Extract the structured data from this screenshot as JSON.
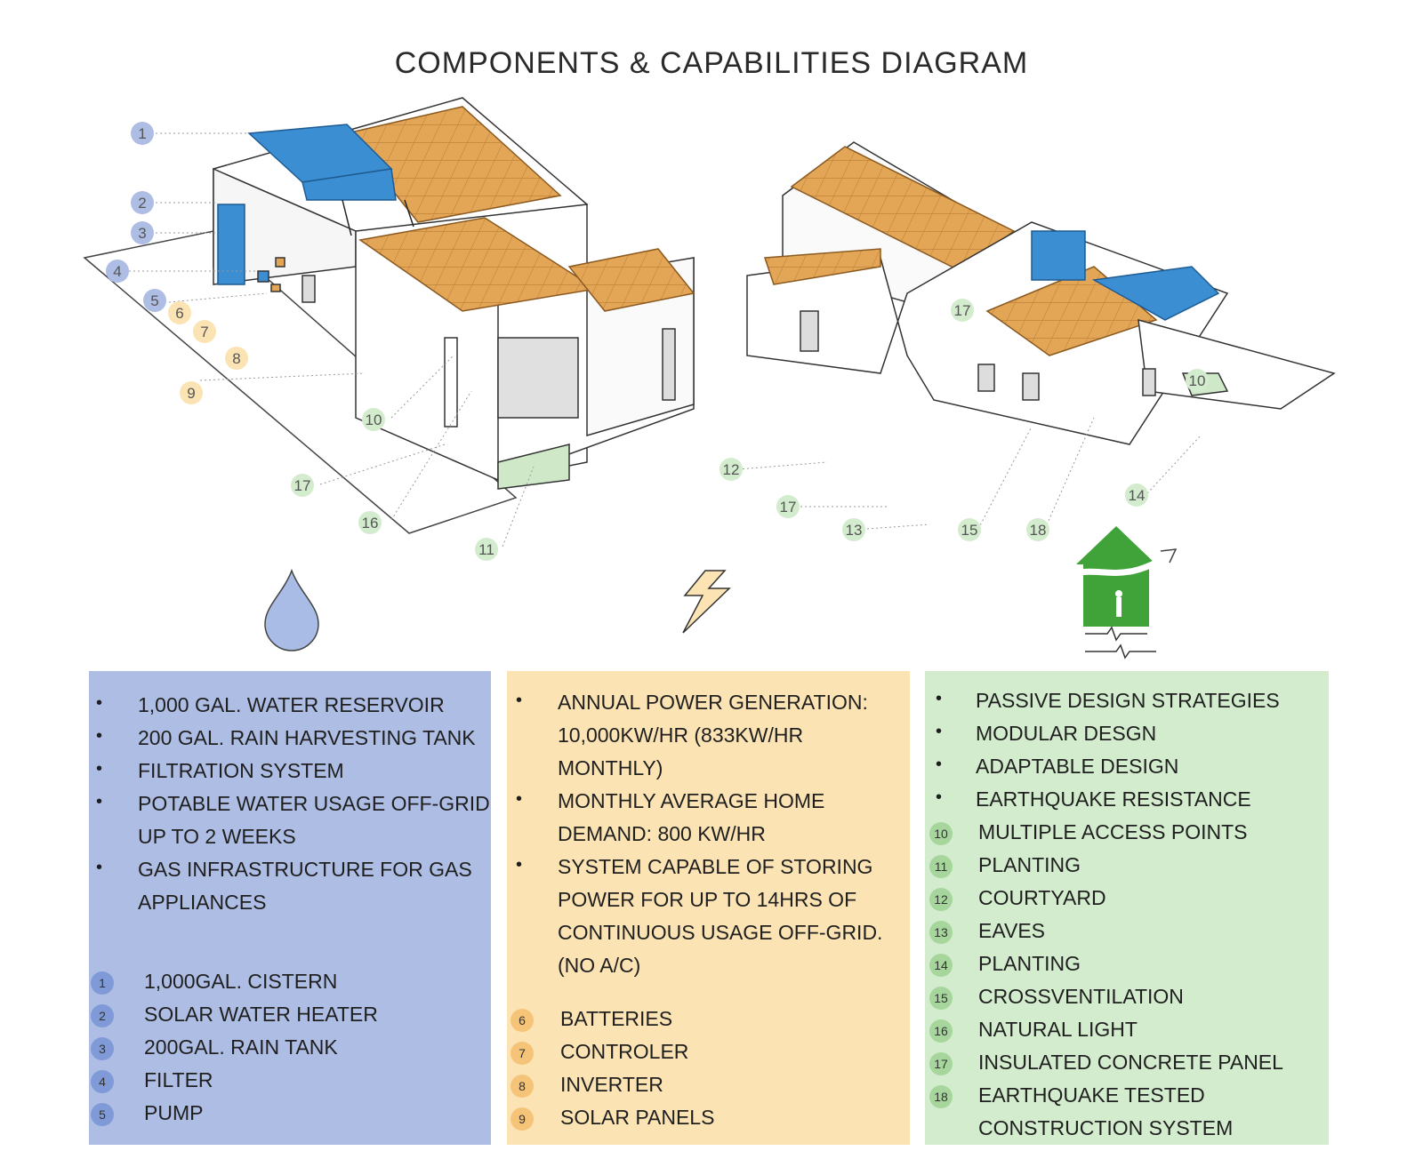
{
  "title": "COMPONENTS & CAPABILITIES DIAGRAM",
  "colors": {
    "water": "#adbde4",
    "power": "#fbe3b4",
    "passive": "#d3ecce",
    "tank": "#3c8ed3",
    "panel": "#e3a657",
    "house_icon": "#3fa33a"
  },
  "icons": [
    "water-drop-icon",
    "lightning-bolt-icon",
    "passive-house-icon"
  ],
  "callouts": {
    "left": [
      "1",
      "2",
      "3",
      "4",
      "5",
      "6",
      "7",
      "8",
      "9",
      "10",
      "17",
      "16",
      "11"
    ],
    "right": [
      "17",
      "10",
      "12",
      "17",
      "13",
      "15",
      "18",
      "14"
    ]
  },
  "water": {
    "bullets": [
      "1,000 GAL. WATER RESERVOIR",
      "200 GAL. RAIN HARVESTING TANK",
      "FILTRATION SYSTEM",
      "POTABLE WATER USAGE OFF-GRID",
      "UP TO 2 WEEKS",
      "GAS INFRASTRUCTURE FOR GAS",
      "APPLIANCES"
    ],
    "items": [
      {
        "num": "1",
        "label": "1,000GAL. CISTERN"
      },
      {
        "num": "2",
        "label": "SOLAR WATER HEATER"
      },
      {
        "num": "3",
        "label": "200GAL. RAIN TANK"
      },
      {
        "num": "4",
        "label": "FILTER"
      },
      {
        "num": "5",
        "label": "PUMP"
      }
    ]
  },
  "power": {
    "bullets": [
      "ANNUAL POWER GENERATION:",
      "10,000KW/HR (833KW/HR",
      "MONTHLY)",
      "MONTHLY AVERAGE HOME",
      "DEMAND: 800 KW/HR",
      "SYSTEM CAPABLE OF STORING",
      "POWER  FOR UP TO 14HRS OF",
      "CONTINUOUS USAGE OFF-GRID.",
      "(NO A/C)"
    ],
    "items": [
      {
        "num": "6",
        "label": "BATTERIES"
      },
      {
        "num": "7",
        "label": "CONTROLER"
      },
      {
        "num": "8",
        "label": "INVERTER"
      },
      {
        "num": "9",
        "label": "SOLAR PANELS"
      }
    ]
  },
  "passive": {
    "bullets": [
      "PASSIVE DESIGN STRATEGIES",
      "MODULAR DESGN",
      "ADAPTABLE DESIGN",
      "EARTHQUAKE RESISTANCE"
    ],
    "items": [
      {
        "num": "10",
        "label": "MULTIPLE ACCESS POINTS"
      },
      {
        "num": "11",
        "label": "PLANTING"
      },
      {
        "num": "12",
        "label": "COURTYARD"
      },
      {
        "num": "13",
        "label": "EAVES"
      },
      {
        "num": "14",
        "label": "PLANTING"
      },
      {
        "num": "15",
        "label": "CROSSVENTILATION"
      },
      {
        "num": "16",
        "label": "NATURAL LIGHT"
      },
      {
        "num": "17",
        "label": "INSULATED  CONCRETE PANEL"
      },
      {
        "num": "18",
        "label": "EARTHQUAKE TESTED"
      },
      {
        "num": "",
        "label": "CONSTRUCTION SYSTEM"
      }
    ]
  }
}
